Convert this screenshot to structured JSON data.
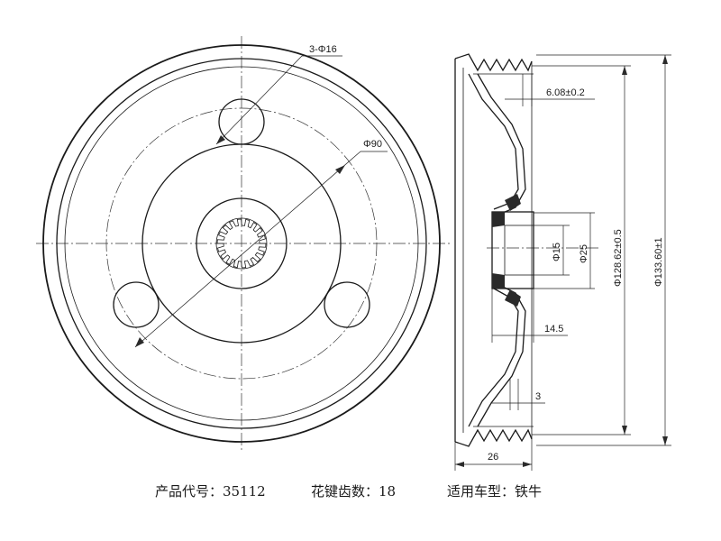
{
  "dimensions": {
    "holes": "3-Φ16",
    "pcd": "Φ90",
    "groove_width": "6.08±0.2",
    "bore": "Φ15",
    "hub": "Φ25",
    "inner_dia": "Φ128.62±0.5",
    "outer_dia": "Φ133.60±1",
    "hub_depth": "14.5",
    "web_thickness": "3",
    "width": "26"
  },
  "caption": {
    "product_code": "产品代号：35112",
    "spline_teeth": "花键齿数：18",
    "vehicle": "适用车型：铁牛"
  }
}
